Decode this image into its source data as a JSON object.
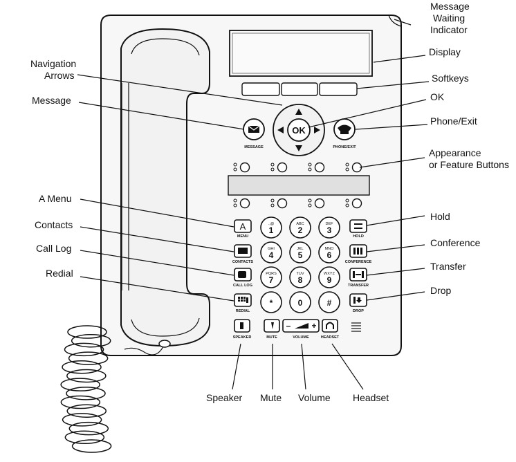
{
  "callouts": {
    "message_waiting_indicator": [
      "Message",
      "Waiting",
      "Indicator"
    ],
    "display": "Display",
    "softkeys": "Softkeys",
    "ok": "OK",
    "phone_exit": "Phone/Exit",
    "appearance_feature": [
      "Appearance",
      "or Feature Buttons"
    ],
    "navigation_arrows": [
      "Navigation",
      "Arrows"
    ],
    "message": "Message",
    "a_menu": "A Menu",
    "contacts": "Contacts",
    "call_log": "Call Log",
    "redial": "Redial",
    "hold": "Hold",
    "conference": "Conference",
    "transfer": "Transfer",
    "drop": "Drop",
    "speaker": "Speaker",
    "mute": "Mute",
    "volume": "Volume",
    "headset": "Headset"
  },
  "phone_labels": {
    "message": "MESSAGE",
    "phone_exit": "PHONE/EXIT",
    "ok": "OK",
    "menu": "MENU",
    "contacts": "CONTACTS",
    "call_log": "CALL LOG",
    "redial": "REDIAL",
    "hold": "HOLD",
    "conference": "CONFERENCE",
    "transfer": "TRANSFER",
    "drop": "DROP",
    "speaker": "SPEAKER",
    "mute": "MUTE",
    "volume": "VOLUME",
    "headset": "HEADSET",
    "volume_minus": "–",
    "volume_plus": "+"
  },
  "keypad": [
    {
      "num": "1",
      "letters": ".,@"
    },
    {
      "num": "2",
      "letters": "ABC"
    },
    {
      "num": "3",
      "letters": "DEF"
    },
    {
      "num": "4",
      "letters": "GHI"
    },
    {
      "num": "5",
      "letters": "JKL"
    },
    {
      "num": "6",
      "letters": "MNO"
    },
    {
      "num": "7",
      "letters": "PQRS"
    },
    {
      "num": "8",
      "letters": "TUV"
    },
    {
      "num": "9",
      "letters": "WXYZ"
    },
    {
      "num": "*",
      "letters": ""
    },
    {
      "num": "0",
      "letters": ""
    },
    {
      "num": "#",
      "letters": ""
    }
  ]
}
